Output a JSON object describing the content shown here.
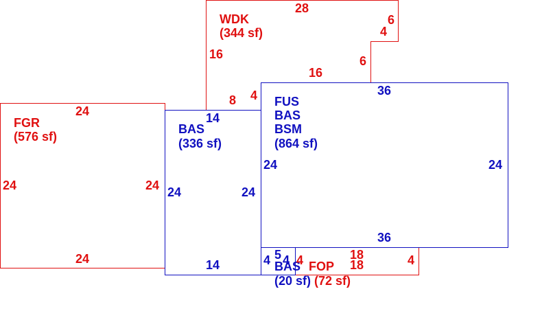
{
  "colors": {
    "red": "#e01010",
    "blue": "#1010c0"
  },
  "areas": [
    {
      "key": "fgr",
      "color": "red",
      "lines": [
        "FGR",
        "(576 sf)"
      ],
      "dims": [
        "24",
        "24",
        "24",
        "24"
      ]
    },
    {
      "key": "wdk",
      "color": "red",
      "lines": [
        "WDK",
        "(344 sf)"
      ],
      "dims": [
        "28",
        "6",
        "4",
        "6",
        "16",
        "4",
        "8",
        "16"
      ]
    },
    {
      "key": "bas_left",
      "color": "blue",
      "lines": [
        "BAS",
        "(336 sf)"
      ],
      "dims": [
        "14",
        "24",
        "24",
        "14"
      ]
    },
    {
      "key": "main",
      "color": "blue",
      "lines": [
        "FUS",
        "BAS",
        "BSM",
        "(864 sf)"
      ],
      "dims": [
        "36",
        "24",
        "24",
        "36"
      ]
    },
    {
      "key": "bas_small",
      "color": "blue",
      "lines": [
        "BAS",
        "(20 sf)"
      ],
      "dims": [
        "5",
        "4",
        "4"
      ]
    },
    {
      "key": "fop",
      "color": "red",
      "lines": [
        "FOP",
        "(72 sf)"
      ],
      "dims": [
        "4",
        "18",
        "18",
        "4"
      ]
    }
  ]
}
